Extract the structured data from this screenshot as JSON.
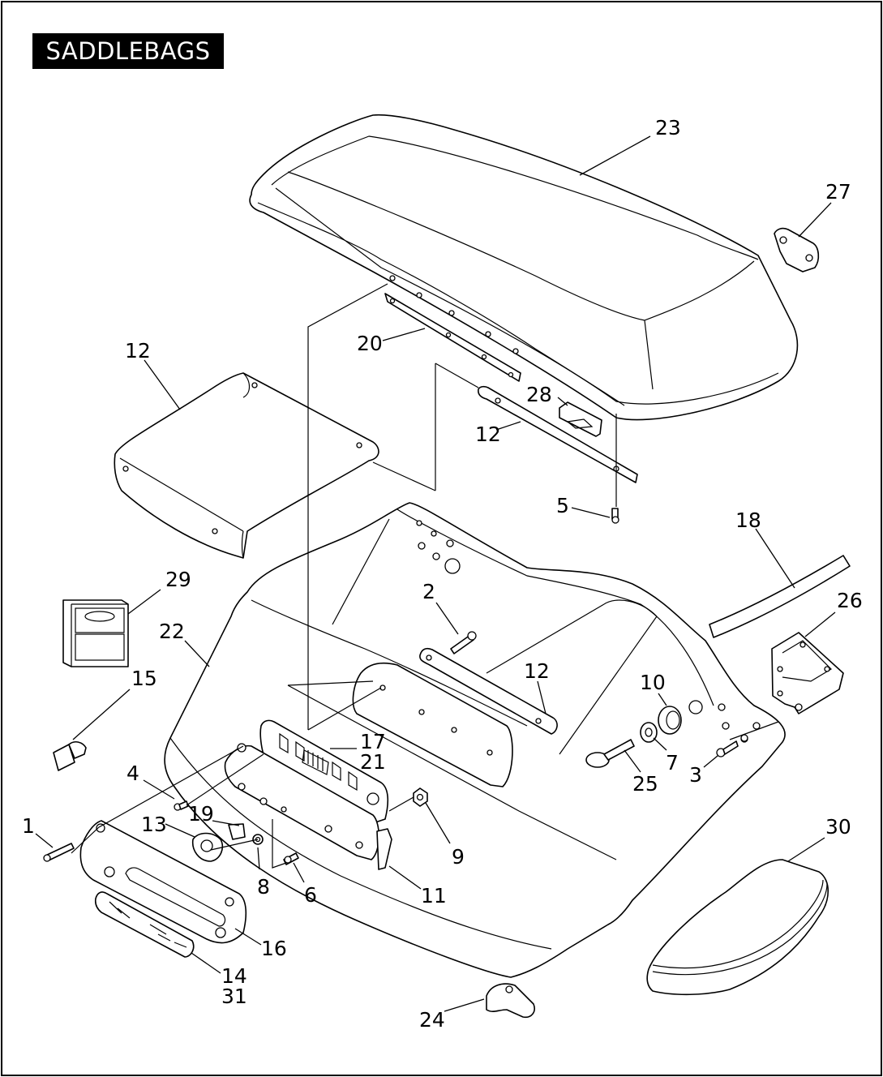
{
  "title": "SADDLEBAGS",
  "callouts": [
    {
      "id": "c1",
      "label": "1"
    },
    {
      "id": "c2",
      "label": "2"
    },
    {
      "id": "c3",
      "label": "3"
    },
    {
      "id": "c4",
      "label": "4"
    },
    {
      "id": "c5",
      "label": "5"
    },
    {
      "id": "c6",
      "label": "6"
    },
    {
      "id": "c7",
      "label": "7"
    },
    {
      "id": "c8",
      "label": "8"
    },
    {
      "id": "c9",
      "label": "9"
    },
    {
      "id": "c10",
      "label": "10"
    },
    {
      "id": "c11",
      "label": "11"
    },
    {
      "id": "c12a",
      "label": "12"
    },
    {
      "id": "c12b",
      "label": "12"
    },
    {
      "id": "c12c",
      "label": "12"
    },
    {
      "id": "c13",
      "label": "13"
    },
    {
      "id": "c14",
      "label": "14"
    },
    {
      "id": "c15",
      "label": "15"
    },
    {
      "id": "c16",
      "label": "16"
    },
    {
      "id": "c17",
      "label": "17"
    },
    {
      "id": "c18",
      "label": "18"
    },
    {
      "id": "c19",
      "label": "19"
    },
    {
      "id": "c20",
      "label": "20"
    },
    {
      "id": "c21",
      "label": "21"
    },
    {
      "id": "c22",
      "label": "22"
    },
    {
      "id": "c23",
      "label": "23"
    },
    {
      "id": "c24",
      "label": "24"
    },
    {
      "id": "c25",
      "label": "25"
    },
    {
      "id": "c26",
      "label": "26"
    },
    {
      "id": "c27",
      "label": "27"
    },
    {
      "id": "c28",
      "label": "28"
    },
    {
      "id": "c29",
      "label": "29"
    },
    {
      "id": "c30",
      "label": "30"
    },
    {
      "id": "c31",
      "label": "31"
    }
  ]
}
